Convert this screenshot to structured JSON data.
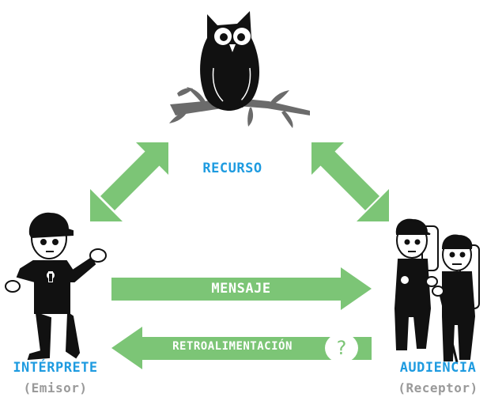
{
  "center_label": "RECURSO",
  "left": {
    "title": "INTÉRPRETE",
    "subtitle": "(Emisor)"
  },
  "right": {
    "title": "AUDIENCIA",
    "subtitle": "(Receptor)"
  },
  "message_arrow": "MENSAJE",
  "feedback_arrow": "RETROALIMENTACIÓN",
  "feedback_symbol": "?",
  "colors": {
    "arrow": "#7cc576",
    "label": "#1e9be0",
    "subtitle": "#9a9a9a",
    "figure": "#111111"
  }
}
